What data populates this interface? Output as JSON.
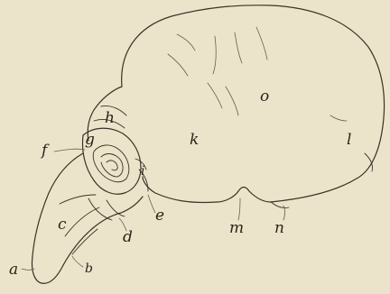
{
  "figure": {
    "labels": {
      "a": "a",
      "b": "b",
      "c": "c",
      "d": "d",
      "e": "e",
      "f": "f",
      "g": "g",
      "h": "h",
      "i": "i",
      "k": "k",
      "l": "l",
      "m": "m",
      "n": "n",
      "o": "o"
    }
  }
}
